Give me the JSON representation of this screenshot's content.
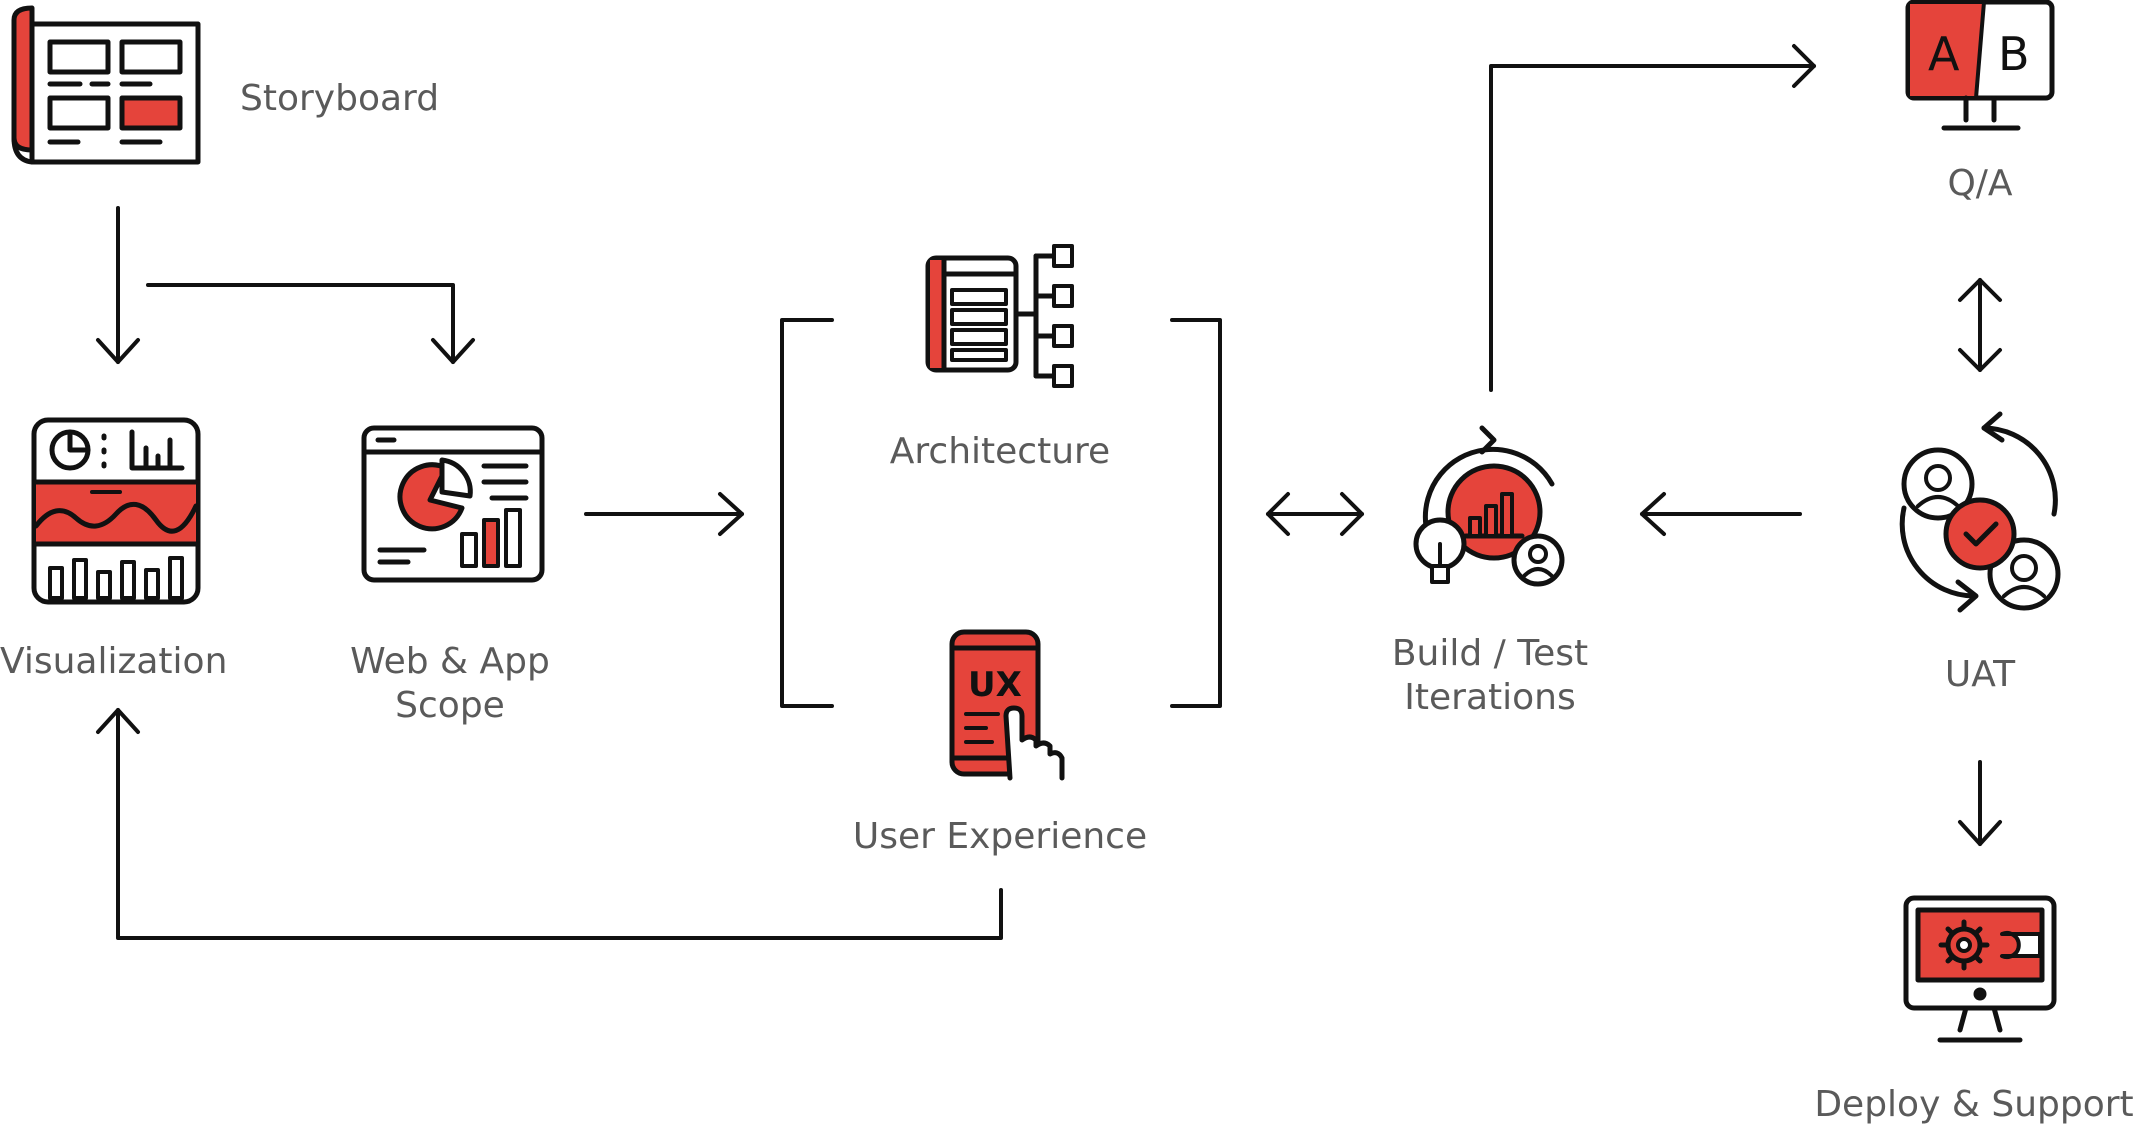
{
  "colors": {
    "accent": "#e5443b",
    "stroke": "#111111",
    "label": "#5a5a5a",
    "background": "#ffffff"
  },
  "nodes": {
    "storyboard": {
      "label": "Storyboard",
      "icon": "storyboard-icon"
    },
    "visualization": {
      "label": "Visualization",
      "icon": "dashboard-icon"
    },
    "web_app_scope": {
      "label_line1": "Web & App",
      "label_line2": "Scope",
      "icon": "browser-analytics-icon"
    },
    "architecture": {
      "label": "Architecture",
      "icon": "sitemap-icon"
    },
    "user_experience": {
      "label": "User Experience",
      "icon": "ux-touch-icon"
    },
    "build_test": {
      "label_line1": "Build / Test",
      "label_line2": "Iterations",
      "icon": "iteration-cycle-icon"
    },
    "qa": {
      "label": "Q/A",
      "icon": "ab-test-monitor-icon",
      "letter_a": "A",
      "letter_b": "B"
    },
    "uat": {
      "label": "UAT",
      "icon": "user-acceptance-icon"
    },
    "deploy": {
      "label": "Deploy & Support",
      "icon": "monitor-settings-icon"
    }
  }
}
